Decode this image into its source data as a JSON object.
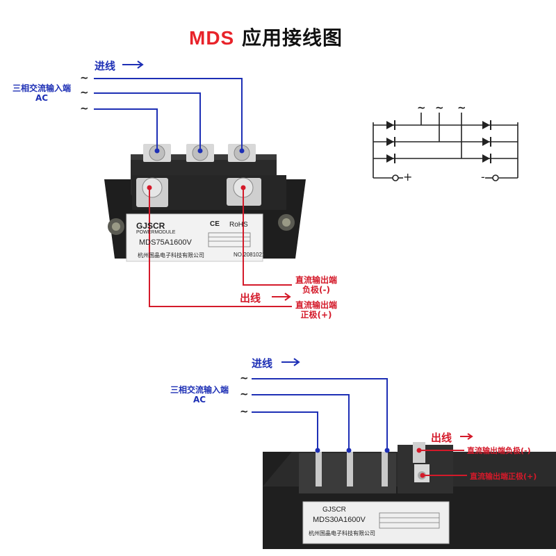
{
  "title": {
    "brand": "MDS",
    "text": "应用接线图"
  },
  "colors": {
    "input_wire": "#1d2fb5",
    "output_wire": "#d41a2a",
    "title_accent": "#e8232a"
  },
  "top": {
    "in_arrow": "进线",
    "ac_label_1": "三相交流输入端",
    "ac_label_2": "AC",
    "tilde": "~",
    "out_arrow": "出线",
    "neg_label_1": "直流输出端",
    "neg_label_2": "负极(-)",
    "pos_label_1": "直流输出端",
    "pos_label_2": "正极(+)",
    "module": {
      "brand": "GJSCR",
      "sub": "POWERMODULE",
      "model": "MDS75A1600V",
      "maker": "杭州国晶电子科技有限公司",
      "ce": "CE",
      "rohs": "RoHS",
      "serial": "NO.2081021"
    }
  },
  "schematic": {
    "tilde": "~",
    "plus": "+",
    "minus": "-"
  },
  "bottom": {
    "in_arrow": "进线",
    "ac_label_1": "三相交流输入端",
    "ac_label_2": "AC",
    "tilde": "~",
    "out_arrow": "出线",
    "neg_label": "直流输出端负极(-)",
    "pos_label": "直流输出端正极(+)",
    "module": {
      "brand": "GJSCR",
      "model": "MDS30A1600V",
      "maker": "杭州国晶电子科技有限公司"
    }
  }
}
